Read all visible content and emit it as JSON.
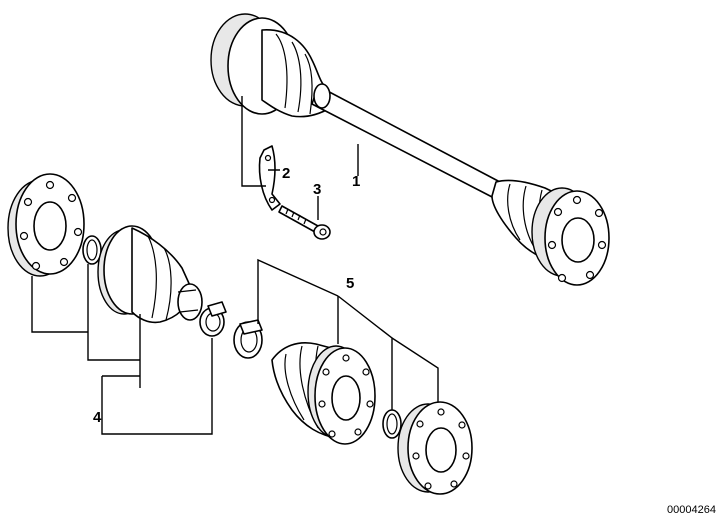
{
  "callouts": {
    "c1": "1",
    "c2": "2",
    "c3": "3",
    "c4": "4",
    "c5": "5"
  },
  "document_number": "00004264",
  "colors": {
    "ink": "#000000",
    "paper": "#ffffff",
    "shade": "#e8e8e8"
  }
}
